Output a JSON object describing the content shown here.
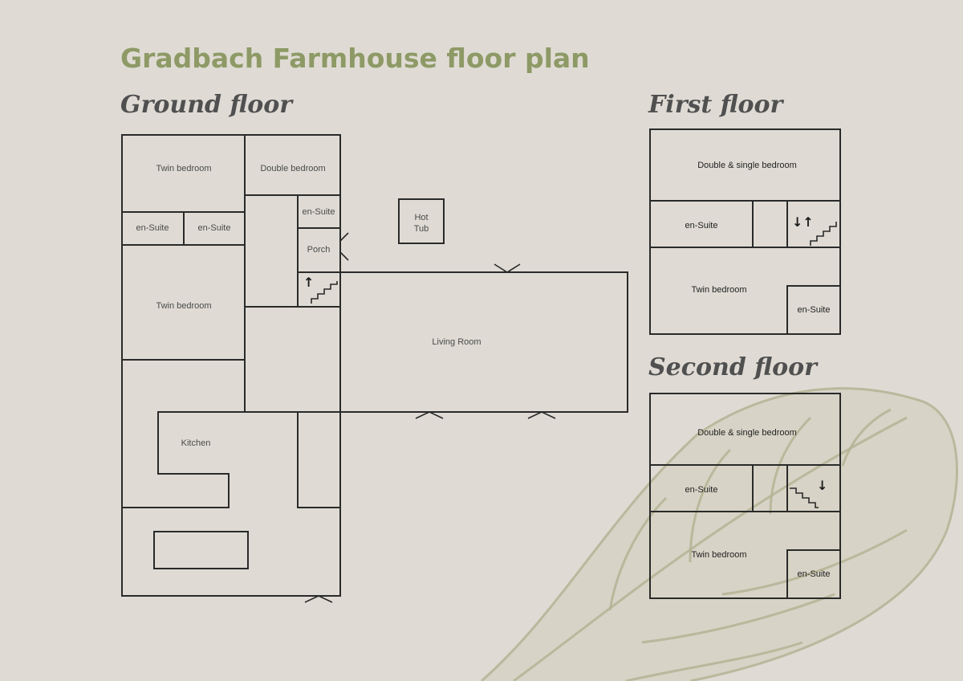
{
  "title": "Gradbach Farmhouse floor plan",
  "sections": {
    "ground": "Ground floor",
    "first": "First floor",
    "second": "Second floor"
  },
  "ground": {
    "twin_bedroom_1": "Twin bedroom",
    "double_bedroom": "Double bedroom",
    "en_suite_1": "en-Suite",
    "en_suite_2": "en-Suite",
    "en_suite_3": "en-Suite",
    "porch": "Porch",
    "hot_tub_line1": "Hot",
    "hot_tub_line2": "Tub",
    "twin_bedroom_2": "Twin bedroom",
    "living_room": "Living Room",
    "kitchen": "Kitchen",
    "stair_arrow": "↑"
  },
  "first": {
    "double_single_bedroom": "Double & single bedroom",
    "en_suite_1": "en-Suite",
    "twin_bedroom": "Twin bedroom",
    "en_suite_2": "en-Suite",
    "stair_arrows": "↓↑"
  },
  "second": {
    "double_single_bedroom": "Double & single bedroom",
    "en_suite_1": "en-Suite",
    "twin_bedroom": "Twin bedroom",
    "en_suite_2": "en-Suite",
    "stair_arrow": "↓"
  },
  "colors": {
    "background": "#dfdbd4",
    "title": "#8e9a66",
    "lines": "#2a2a2a",
    "leaf": "#b4b394"
  }
}
